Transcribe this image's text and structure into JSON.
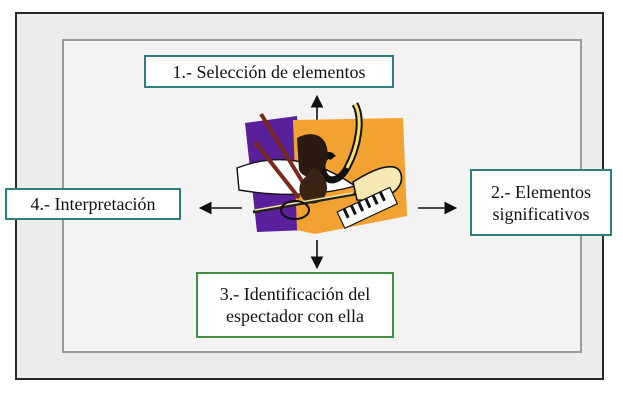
{
  "diagram": {
    "steps": {
      "step1": "1.- Selección de elementos",
      "step2_line1": "2.- Elementos",
      "step2_line2": "significativos",
      "step3_line1": "3.- Identificación del",
      "step3_line2": "espectador con ella",
      "step4": "4.- Interpretación"
    },
    "center_image": "music-instruments-clipart",
    "colors": {
      "teal_border": "#2f7f7f",
      "green_border": "#3f8f3f",
      "purple": "#5a1f9a",
      "orange": "#f0a030"
    }
  }
}
